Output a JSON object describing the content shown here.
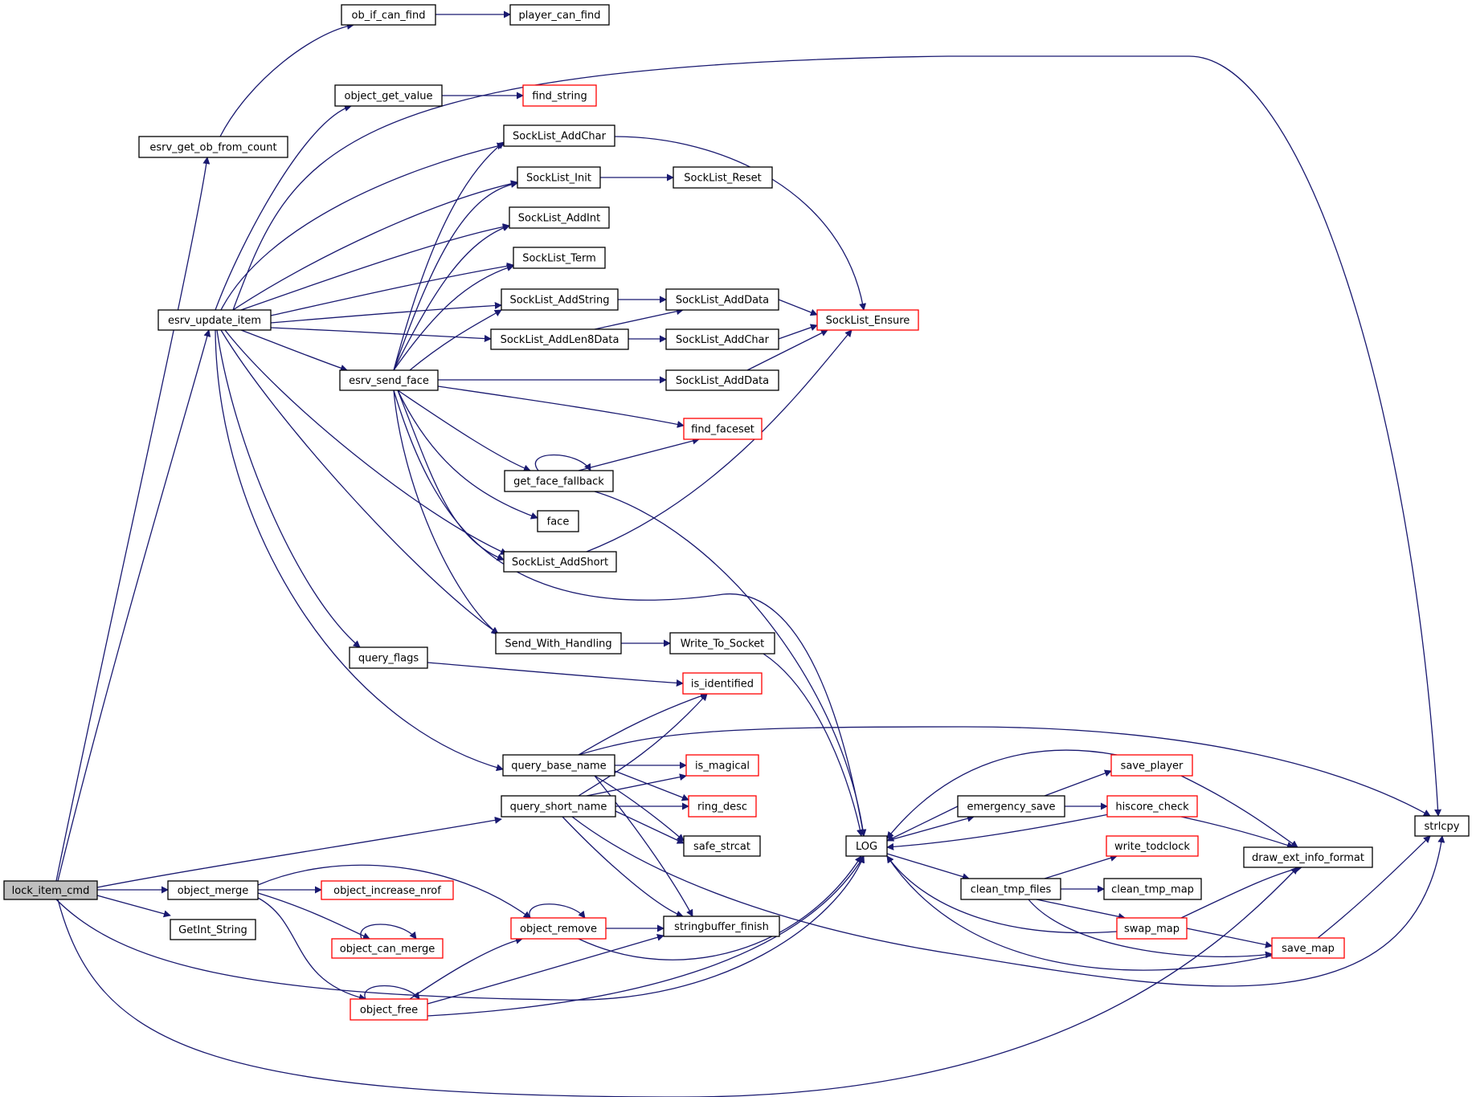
{
  "diagram": {
    "kind": "call-graph",
    "colors": {
      "edge": "#191970",
      "box_border": "#000000",
      "truncated_border": "#ff0000",
      "root_fill": "#bfbfbf"
    },
    "nodes": [
      {
        "id": "lock_item_cmd",
        "label": "lock_item_cmd",
        "root": true
      },
      {
        "id": "esrv_get_ob_from_count",
        "label": "esrv_get_ob_from_count"
      },
      {
        "id": "ob_if_can_find",
        "label": "ob_if_can_find"
      },
      {
        "id": "player_can_find",
        "label": "player_can_find"
      },
      {
        "id": "esrv_update_item",
        "label": "esrv_update_item"
      },
      {
        "id": "object_get_value",
        "label": "object_get_value"
      },
      {
        "id": "find_string",
        "label": "find_string",
        "truncated": true
      },
      {
        "id": "SockList_AddChar_a",
        "label": "SockList_AddChar"
      },
      {
        "id": "SockList_Init",
        "label": "SockList_Init"
      },
      {
        "id": "SockList_Reset",
        "label": "SockList_Reset"
      },
      {
        "id": "SockList_AddInt",
        "label": "SockList_AddInt"
      },
      {
        "id": "SockList_Term",
        "label": "SockList_Term"
      },
      {
        "id": "SockList_AddString",
        "label": "SockList_AddString"
      },
      {
        "id": "SockList_AddData_a",
        "label": "SockList_AddData"
      },
      {
        "id": "SockList_Ensure",
        "label": "SockList_Ensure",
        "truncated": true
      },
      {
        "id": "SockList_AddLen8Data",
        "label": "SockList_AddLen8Data"
      },
      {
        "id": "SockList_AddChar_b",
        "label": "SockList_AddChar"
      },
      {
        "id": "esrv_send_face",
        "label": "esrv_send_face"
      },
      {
        "id": "SockList_AddData_b",
        "label": "SockList_AddData"
      },
      {
        "id": "find_faceset",
        "label": "find_faceset",
        "truncated": true
      },
      {
        "id": "get_face_fallback",
        "label": "get_face_fallback"
      },
      {
        "id": "face",
        "label": "face"
      },
      {
        "id": "SockList_AddShort",
        "label": "SockList_AddShort"
      },
      {
        "id": "Send_With_Handling",
        "label": "Send_With_Handling"
      },
      {
        "id": "Write_To_Socket",
        "label": "Write_To_Socket"
      },
      {
        "id": "query_flags",
        "label": "query_flags"
      },
      {
        "id": "is_identified",
        "label": "is_identified",
        "truncated": true
      },
      {
        "id": "query_base_name",
        "label": "query_base_name"
      },
      {
        "id": "is_magical",
        "label": "is_magical",
        "truncated": true
      },
      {
        "id": "query_short_name",
        "label": "query_short_name"
      },
      {
        "id": "ring_desc",
        "label": "ring_desc",
        "truncated": true
      },
      {
        "id": "safe_strcat",
        "label": "safe_strcat"
      },
      {
        "id": "stringbuffer_finish",
        "label": "stringbuffer_finish"
      },
      {
        "id": "object_merge",
        "label": "object_merge"
      },
      {
        "id": "object_increase_nrof",
        "label": "object_increase_nrof",
        "truncated": true
      },
      {
        "id": "object_can_merge",
        "label": "object_can_merge",
        "truncated": true
      },
      {
        "id": "GetInt_String",
        "label": "GetInt_String"
      },
      {
        "id": "object_remove",
        "label": "object_remove",
        "truncated": true
      },
      {
        "id": "object_free",
        "label": "object_free",
        "truncated": true
      },
      {
        "id": "LOG",
        "label": "LOG"
      },
      {
        "id": "emergency_save",
        "label": "emergency_save"
      },
      {
        "id": "save_player",
        "label": "save_player",
        "truncated": true
      },
      {
        "id": "hiscore_check",
        "label": "hiscore_check",
        "truncated": true
      },
      {
        "id": "write_todclock",
        "label": "write_todclock",
        "truncated": true
      },
      {
        "id": "clean_tmp_files",
        "label": "clean_tmp_files"
      },
      {
        "id": "clean_tmp_map",
        "label": "clean_tmp_map"
      },
      {
        "id": "swap_map",
        "label": "swap_map",
        "truncated": true
      },
      {
        "id": "save_map",
        "label": "save_map",
        "truncated": true
      },
      {
        "id": "draw_ext_info_format",
        "label": "draw_ext_info_format"
      },
      {
        "id": "strlcpy",
        "label": "strlcpy"
      }
    ]
  }
}
